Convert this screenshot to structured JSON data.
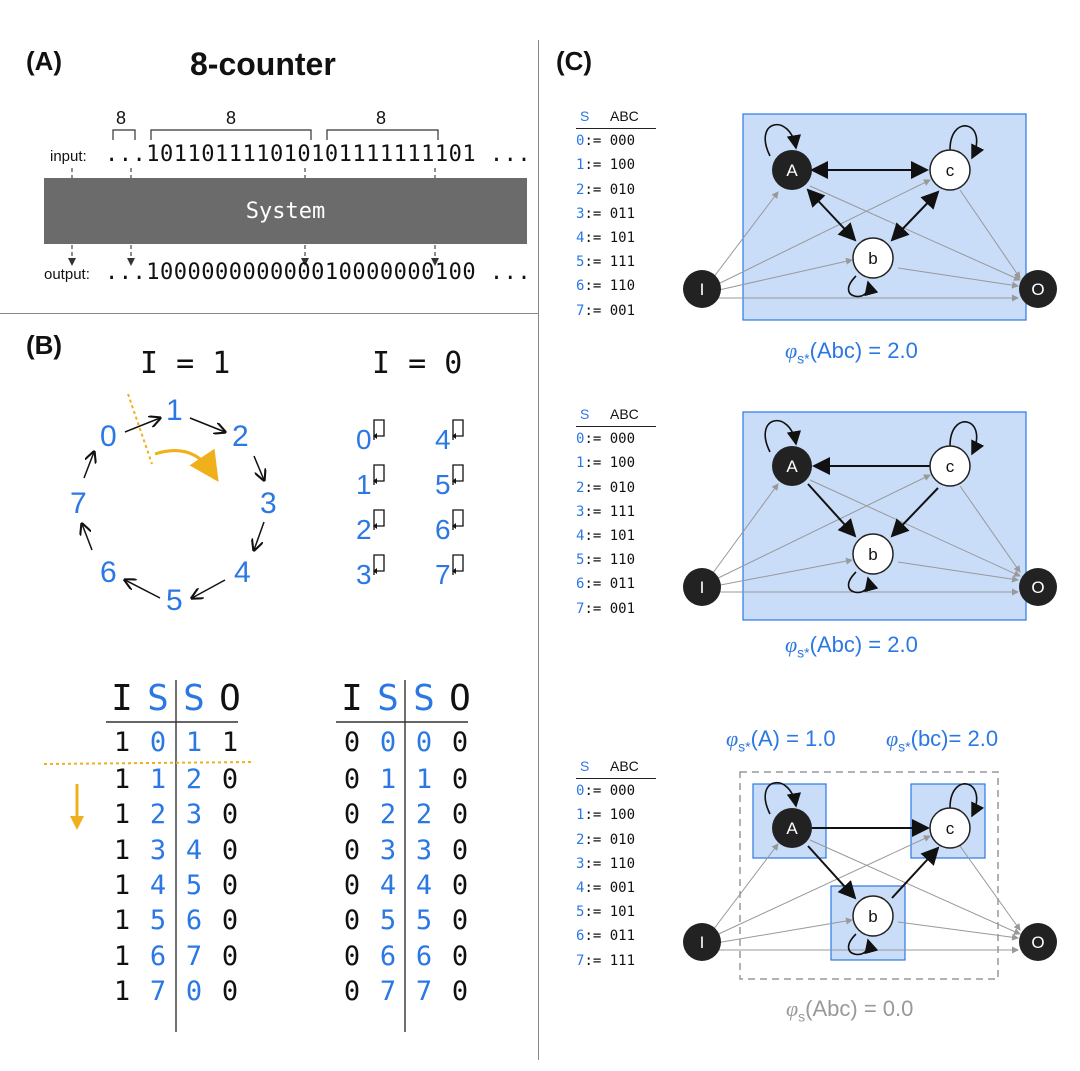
{
  "panel_a": {
    "label": "(A)",
    "title": "8-counter",
    "brace_labels": [
      "8",
      "8",
      "8"
    ],
    "input_label": "input:",
    "output_label": "output:",
    "input_bits": "...101101111010101111111101 ...",
    "output_bits": "...100000000000010000000100 ...",
    "system_label": "System"
  },
  "panel_b": {
    "label": "(B)",
    "i1_title": "I = 1",
    "i0_title": "I = 0",
    "cycle_states": [
      "0",
      "1",
      "2",
      "3",
      "4",
      "5",
      "6",
      "7"
    ],
    "self_loop_states": [
      "0",
      "1",
      "2",
      "3",
      "4",
      "5",
      "6",
      "7"
    ],
    "table_headers": [
      "I",
      "S",
      "S",
      "O"
    ],
    "table_i1": [
      [
        "1",
        "0",
        "1",
        "1"
      ],
      [
        "1",
        "1",
        "2",
        "0"
      ],
      [
        "1",
        "2",
        "3",
        "0"
      ],
      [
        "1",
        "3",
        "4",
        "0"
      ],
      [
        "1",
        "4",
        "5",
        "0"
      ],
      [
        "1",
        "5",
        "6",
        "0"
      ],
      [
        "1",
        "6",
        "7",
        "0"
      ],
      [
        "1",
        "7",
        "0",
        "0"
      ]
    ],
    "table_i0": [
      [
        "0",
        "0",
        "0",
        "0"
      ],
      [
        "0",
        "1",
        "1",
        "0"
      ],
      [
        "0",
        "2",
        "2",
        "0"
      ],
      [
        "0",
        "3",
        "3",
        "0"
      ],
      [
        "0",
        "4",
        "4",
        "0"
      ],
      [
        "0",
        "5",
        "5",
        "0"
      ],
      [
        "0",
        "6",
        "6",
        "0"
      ],
      [
        "0",
        "7",
        "7",
        "0"
      ]
    ]
  },
  "panel_c": {
    "label": "(C)",
    "state_header_s": "S",
    "state_header_abc": "ABC",
    "tables": [
      [
        "000",
        "100",
        "010",
        "011",
        "101",
        "111",
        "110",
        "001"
      ],
      [
        "000",
        "100",
        "010",
        "111",
        "101",
        "110",
        "011",
        "001"
      ],
      [
        "000",
        "100",
        "010",
        "110",
        "001",
        "101",
        "011",
        "111"
      ]
    ],
    "nodes": {
      "a": "A",
      "b": "b",
      "c": "c",
      "i": "I",
      "o": "O"
    },
    "phi_1": {
      "pre": "φ",
      "sub": "s*",
      "post": "(Abc) = 2.0"
    },
    "phi_2": {
      "pre": "φ",
      "sub": "s*",
      "post": "(Abc) = 2.0"
    },
    "phi_3a": {
      "pre": "φ",
      "sub": "s*",
      "post": "(A) = 1.0"
    },
    "phi_3b": {
      "pre": "φ",
      "sub": "s*",
      "post": "(bc)= 2.0"
    },
    "phi_3c": {
      "pre": "φ",
      "sub": "s",
      "post": "(Abc) = 0.0"
    }
  },
  "colors": {
    "blue": "#2b78e4",
    "light_blue": "#c9dcf8",
    "gray": "#6b6b6b",
    "orange": "#f0b01c"
  }
}
